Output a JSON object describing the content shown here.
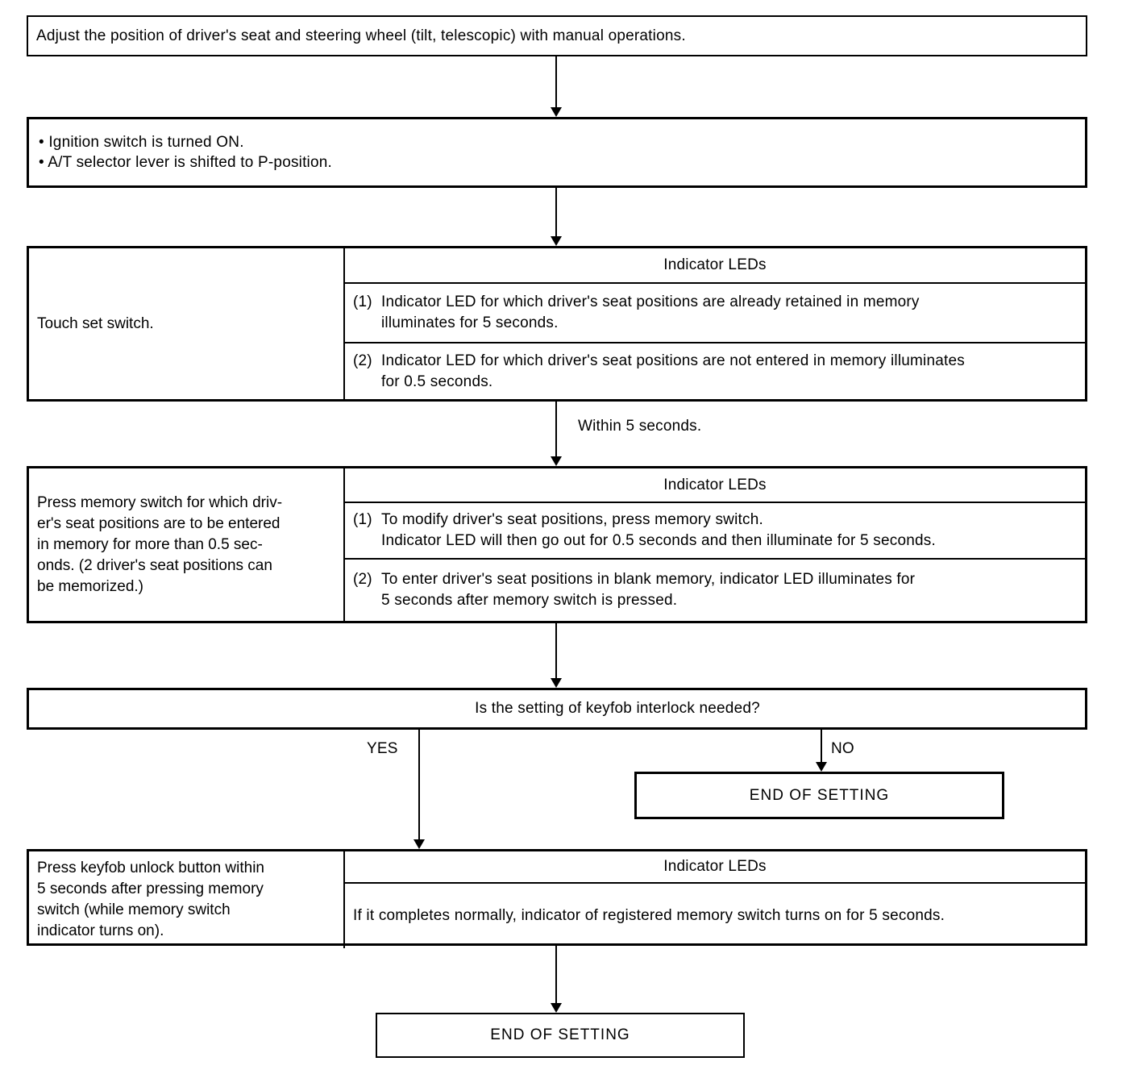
{
  "diagram": {
    "step_adjust": "Adjust the position of driver's seat and steering wheel (tilt, telescopic) with manual operations.",
    "preconditions": {
      "items": [
        "• Ignition switch is turned ON.",
        "• A/T selector lever is shifted to P-position."
      ]
    },
    "touch_set_switch": {
      "left": "Touch set switch.",
      "header": "Indicator LEDs",
      "rows": [
        {
          "marker": "(1)",
          "text": "Indicator LED for which driver's seat positions are already retained in memory\nilluminates for 5 seconds."
        },
        {
          "marker": "(2)",
          "text": "Indicator LED for which driver's seat positions are not entered in memory illuminates\nfor 0.5 seconds."
        }
      ]
    },
    "within_label": "Within 5 seconds.",
    "press_memory_switch": {
      "left": "Press memory switch for which driv-\ner's seat positions are to be entered\nin memory for more than 0.5 sec-\nonds. (2 driver's seat positions can\nbe memorized.)",
      "header": "Indicator LEDs",
      "rows": [
        {
          "marker": "(1)",
          "text": "To modify driver's seat positions, press memory switch.\nIndicator LED will then go out for 0.5 seconds and then illuminate for 5 seconds."
        },
        {
          "marker": "(2)",
          "text": "To enter driver's seat positions in blank memory, indicator LED illuminates for\n5 seconds after memory switch is pressed."
        }
      ]
    },
    "decision": {
      "question": "Is the setting of keyfob interlock needed?",
      "yes": "YES",
      "no": "NO"
    },
    "end_of_setting_no": "END OF SETTING",
    "press_keyfob": {
      "left": "Press keyfob unlock button within\n5 seconds after pressing memory\nswitch (while memory switch\nindicator turns on).",
      "header": "Indicator LEDs",
      "body": "If it completes normally, indicator of registered memory switch turns on for 5 seconds."
    },
    "end_of_setting_final": "END OF SETTING"
  },
  "colors": {
    "line": "#000000",
    "text": "#000000",
    "background": "#ffffff"
  }
}
